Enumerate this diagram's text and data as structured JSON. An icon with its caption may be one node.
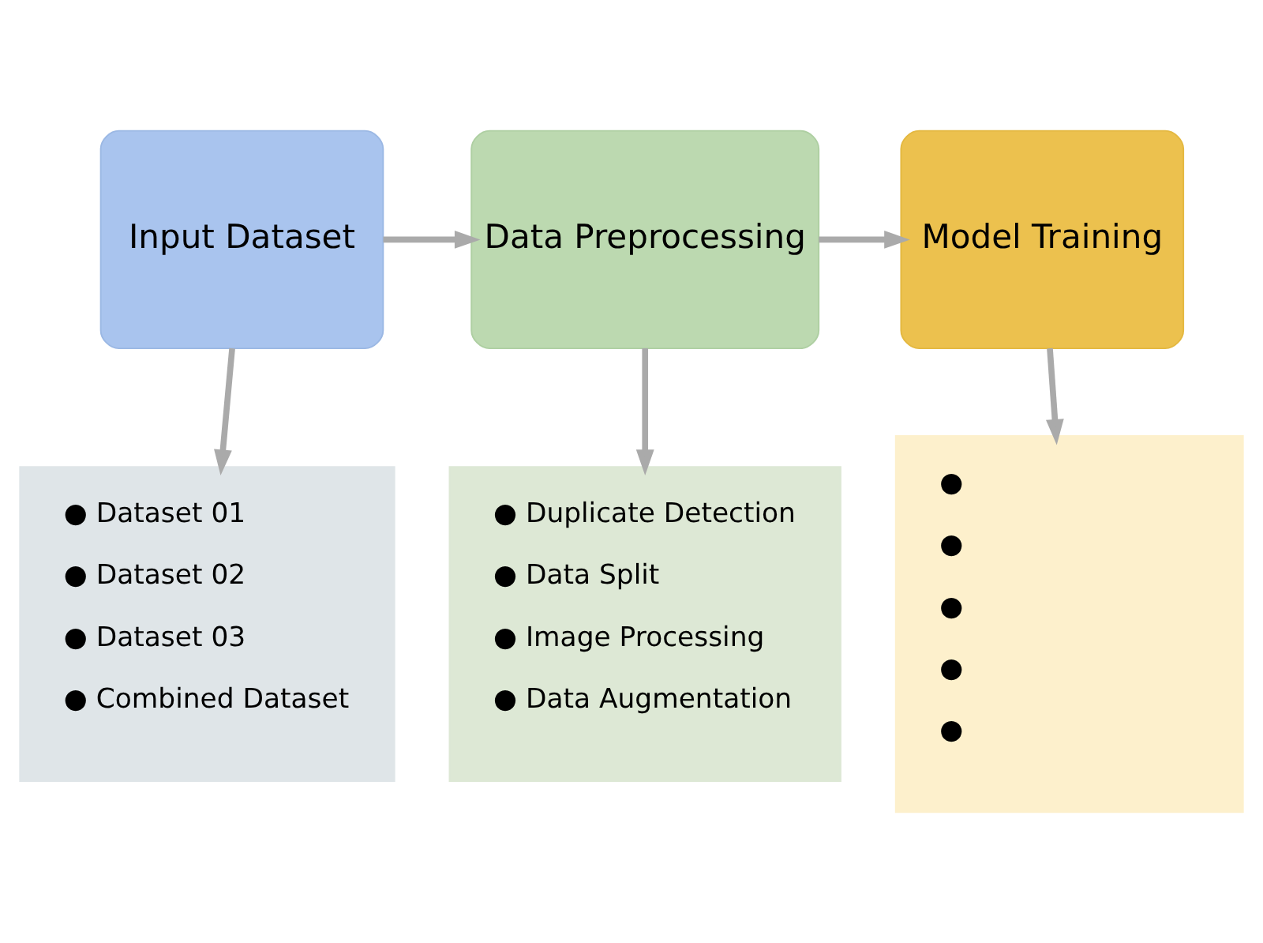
{
  "diagram": {
    "nodes": [
      {
        "text": [
          "Input Dataset"
        ]
      },
      {
        "text": [
          "Data Preprocessing"
        ]
      },
      {
        "text": [
          "Model Training"
        ]
      },
      {
        "text": [
          "● Dataset 01",
          "● Dataset 02",
          "● Dataset 03",
          "● Combined Dataset"
        ]
      },
      {
        "text": [
          "● Duplicate Detection",
          "● Data Split",
          "● Image Processing",
          "● Data Augmentation"
        ]
      },
      {
        "text": [
          "●",
          "●",
          "●",
          "●",
          "●"
        ]
      }
    ],
    "edges": [
      {
        "from": 0,
        "to": 1,
        "arrow": "to"
      },
      {
        "from": 1,
        "to": 2,
        "arrow": "to"
      },
      {
        "from": 0,
        "to": 3,
        "arrow": "to"
      },
      {
        "from": 1,
        "to": 4,
        "arrow": "to"
      },
      {
        "from": 2,
        "to": 5,
        "arrow": "to"
      }
    ]
  }
}
